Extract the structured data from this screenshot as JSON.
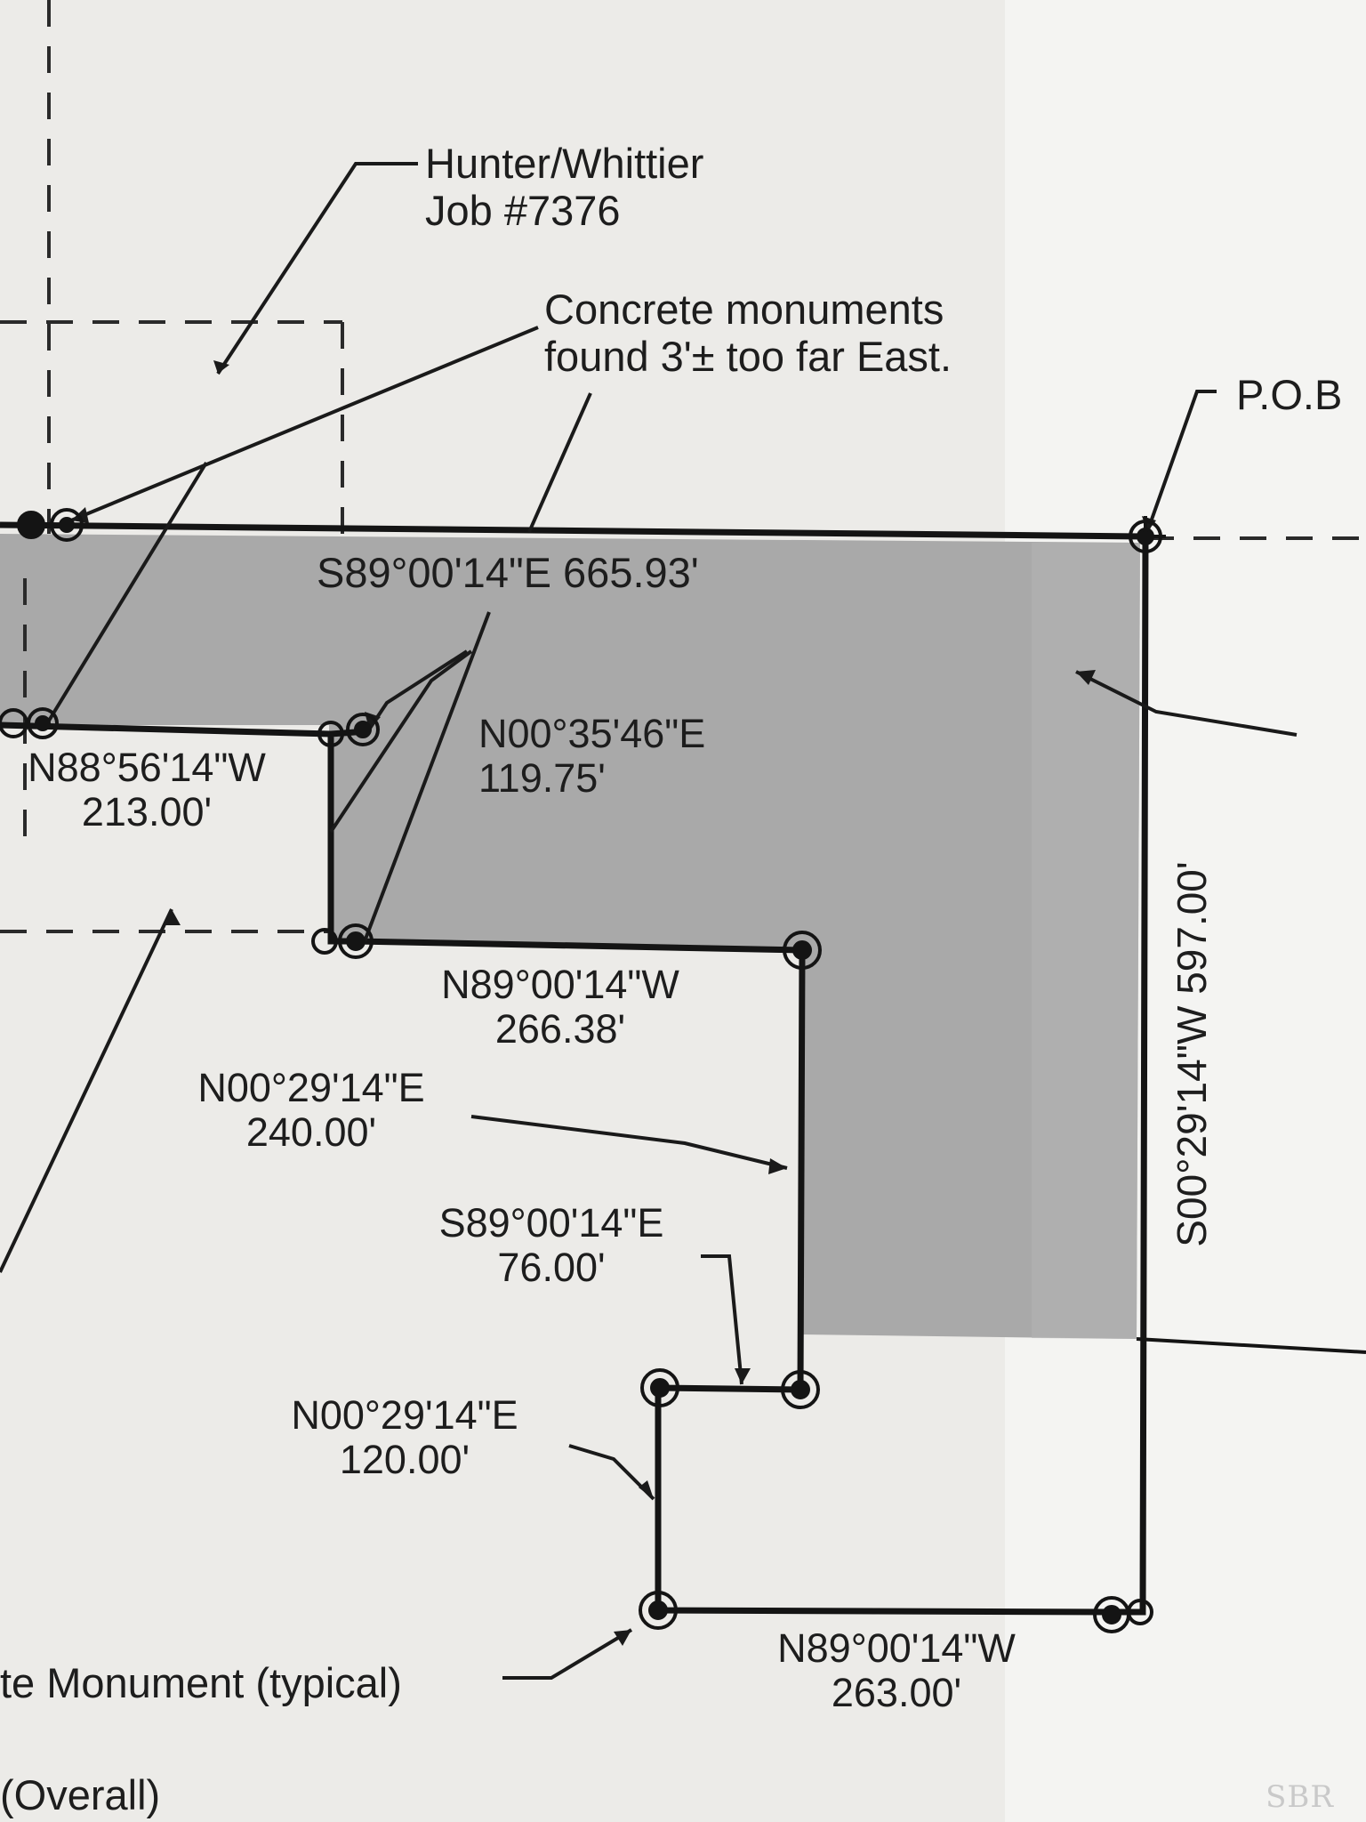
{
  "labels": {
    "job_title": "Hunter/Whittier",
    "job_number": "Job #7376",
    "concrete_note_line1": "Concrete monuments",
    "concrete_note_line2": "found 3'± too far East.",
    "pob": "P.O.B",
    "north_bearing": "S89°00'14\"E  665.93'",
    "west_top_bearing": "N88°56'14\"W",
    "west_top_distance": "213.00'",
    "jog_bearing": "N00°35'46\"E",
    "jog_distance": "119.75'",
    "mid_west_bearing": "N89°00'14\"W",
    "mid_west_distance": "266.38'",
    "north_240_bearing": "N00°29'14\"E",
    "north_240_distance": "240.00'",
    "east_76_bearing": "S89°00'14\"E",
    "east_76_distance": "76.00'",
    "north_120_bearing": "N00°29'14\"E",
    "north_120_distance": "120.00'",
    "south_bottom_bearing": "N89°00'14\"W",
    "south_bottom_distance": "263.00'",
    "east_side": "S00°29'14\"W  597.00'",
    "monument_note": "te Monument (typical)",
    "overall_note": "(Overall)"
  },
  "watermark": "SBR",
  "colors": {
    "paper": "#ecebe8",
    "shading": "#a9a9a9",
    "line": "#141414"
  }
}
